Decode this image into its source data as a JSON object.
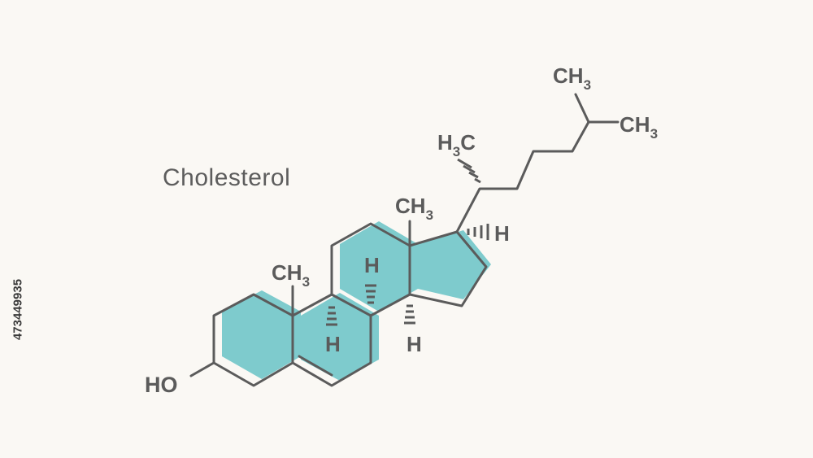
{
  "title": "Cholesterol",
  "image_id_text": "473449935",
  "colors": {
    "background": "#faf8f4",
    "ring_fill": "#7ecbcd",
    "bond": "#5b5b5b"
  },
  "labels": {
    "hydroxyl": "HO",
    "methyl_c10_main": "CH",
    "methyl_c10_sub": "3",
    "methyl_c13_main": "CH",
    "methyl_c13_sub": "3",
    "h3c_h": "H",
    "h3c_sub": "3",
    "h3c_c": "C",
    "methyl_top_main": "CH",
    "methyl_top_sub": "3",
    "methyl_right_main": "CH",
    "methyl_right_sub": "3",
    "h_c8": "H",
    "h_c9": "H",
    "h_c14": "H",
    "h_c17": "H"
  }
}
